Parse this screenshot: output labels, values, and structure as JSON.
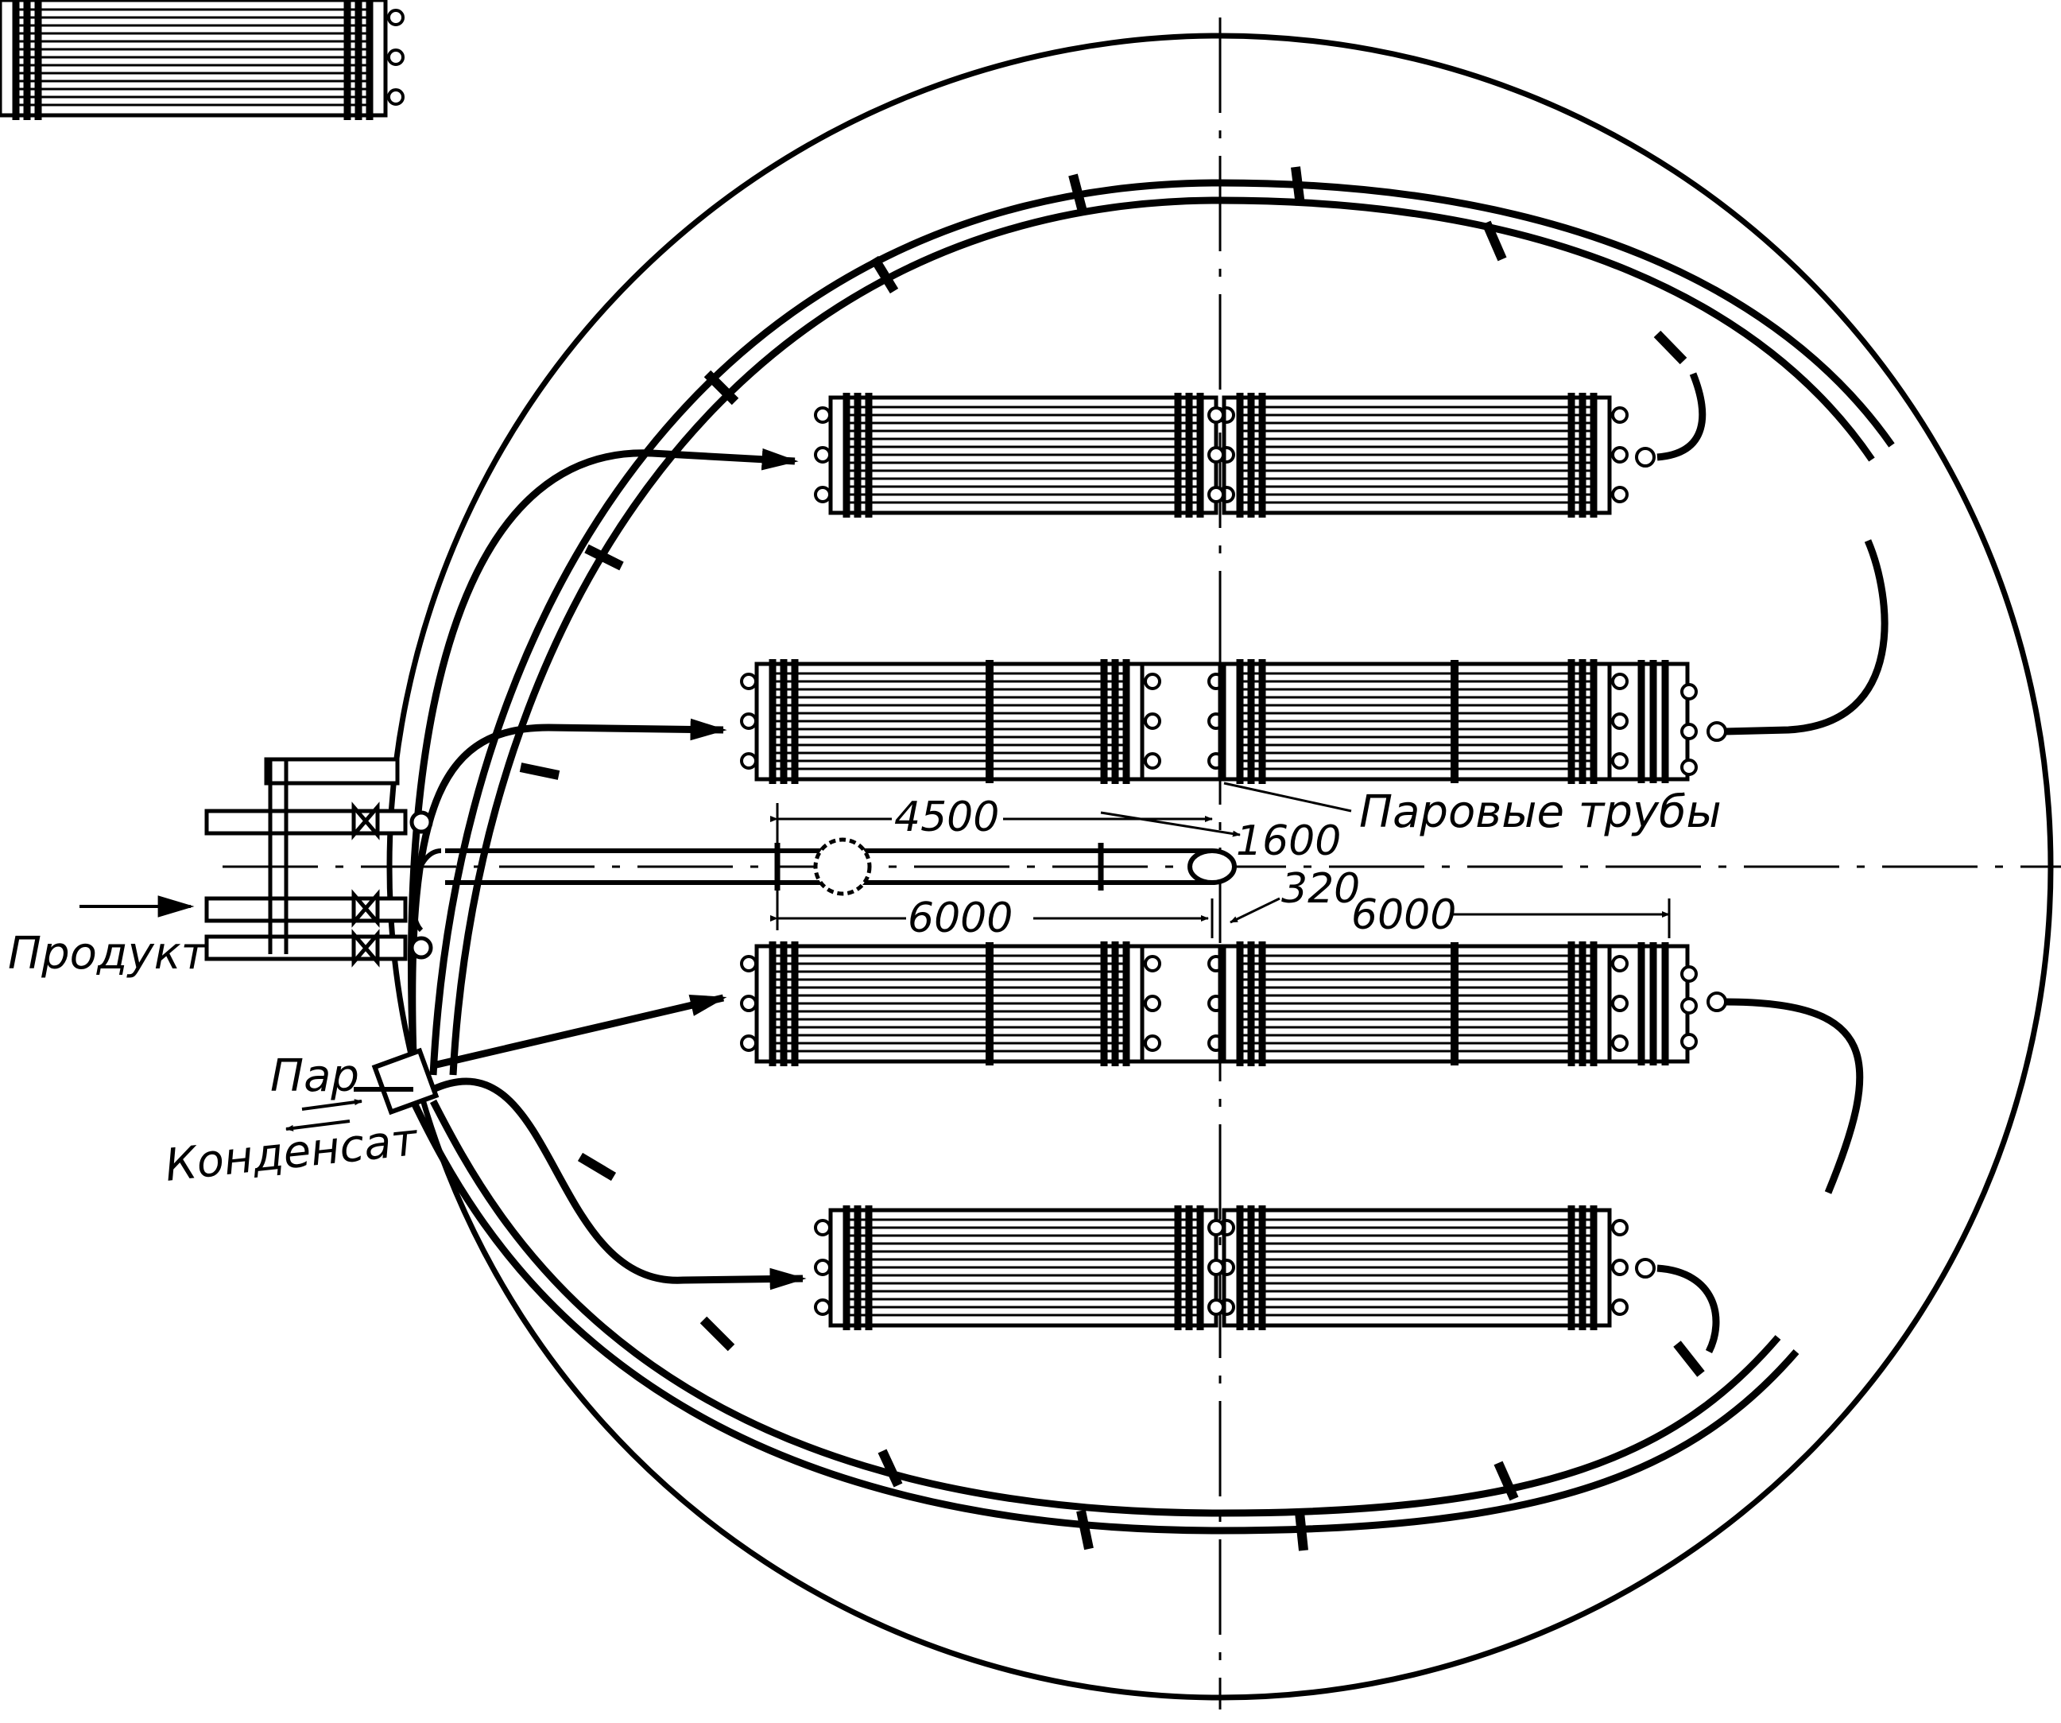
{
  "labels": {
    "product": "Продукт",
    "steam": "Пар",
    "condensate": "Конденсат",
    "steam_tubes": "Паровые трубы"
  },
  "dimensions": {
    "d4500": "4500",
    "d1600": "1600",
    "d6000_left": "6000",
    "d320": "320",
    "d6000_right": "6000"
  },
  "colors": {
    "ink": "#000000",
    "paper": "#ffffff"
  }
}
